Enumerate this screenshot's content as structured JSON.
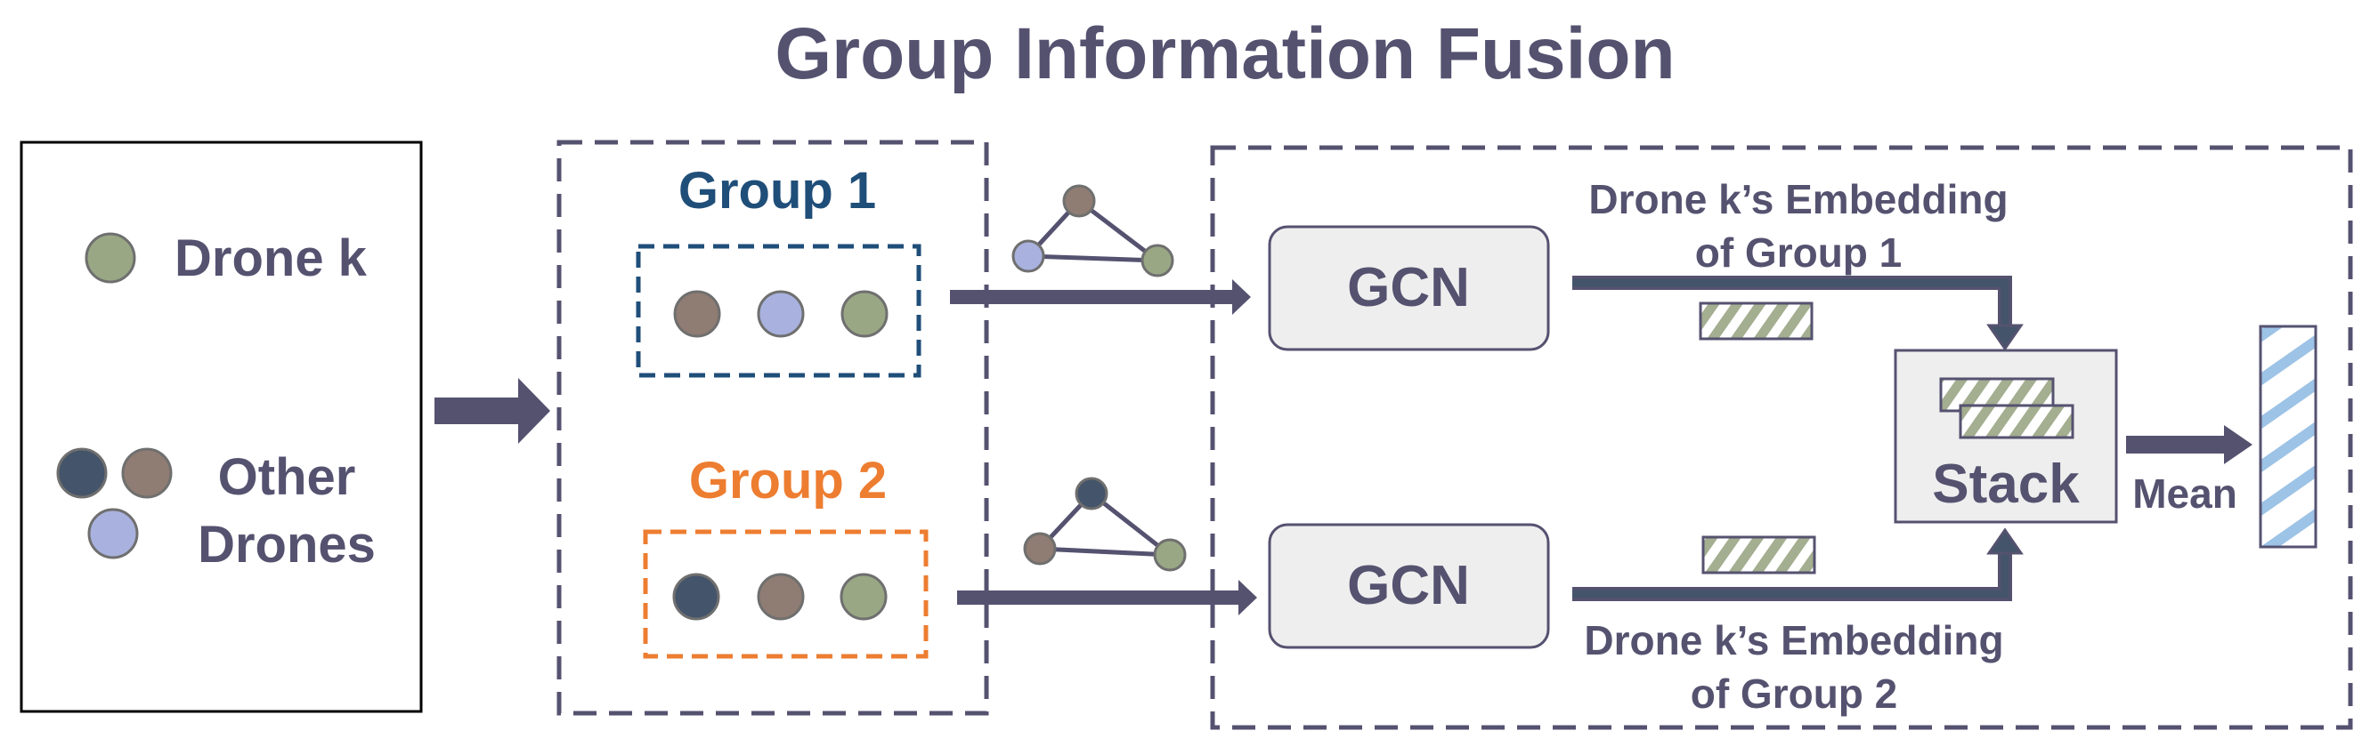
{
  "title": "Group Information Fusion",
  "legend": {
    "drone_k_label": "Drone k",
    "other_drones_line1": "Other",
    "other_drones_line2": "Drones"
  },
  "groups": {
    "group1_label": "Group 1",
    "group2_label": "Group 2"
  },
  "gcn": {
    "top_label": "GCN",
    "bottom_label": "GCN"
  },
  "embeddings": {
    "top_line1": "Drone k’s Embedding",
    "top_line2": "of Group 1",
    "bottom_line1": "Drone k’s Embedding",
    "bottom_line2": "of Group 2"
  },
  "stack_label": "Stack",
  "mean_label": "Mean",
  "colors": {
    "text_dark": "#555270",
    "group1_blue": "#1f4e79",
    "group2_orange": "#ed7d31",
    "drone_k_green": "#99a785",
    "drone_dark_blue": "#44546a",
    "drone_brown": "#8f7c72",
    "drone_lavender": "#a9b2de",
    "arrow": "#555270",
    "flow_blue": "#44546a",
    "mean_stripe_blue": "#9dc3e6"
  }
}
